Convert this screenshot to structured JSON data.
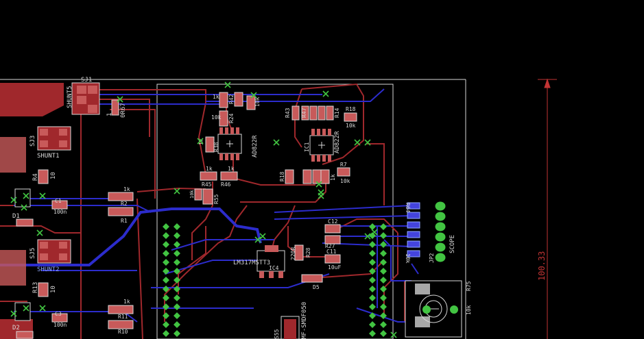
{
  "canvas": {
    "background": "#000000",
    "colors": {
      "top_copper": "#a0282c",
      "bottom_copper": "#2c2ccc",
      "pad": "#c85a5a",
      "via": "#42c442",
      "dimension": "#c23434",
      "outline": "#d8d8d8",
      "label": "#d8d8d8",
      "label_blue": "#8fa8ff"
    }
  },
  "dimension": {
    "value": "100.33"
  },
  "labels": {
    "sj1": "SJ1",
    "shunt5": "SHUNT5",
    "r67": "0R67",
    "one": "1",
    "sj3": "SJ3",
    "shunt1": "SHUNT1",
    "sj5": "SJ5",
    "shunt2": "SHUNT2",
    "r4": "R4",
    "r4v": "10",
    "r13": "R13",
    "r13v": "10",
    "c1": "C1",
    "c1v": "100n",
    "c3": "C3",
    "c3v": "100n",
    "d1": "D1",
    "d2": "D2",
    "r1": "R1",
    "r1k": "1k",
    "r2": "R2",
    "r10": "R10",
    "r11": "R11",
    "r11k": "1k",
    "k1a": "1k",
    "r24": "R24",
    "k10a": "10k",
    "r42": "R42",
    "k10b": "10k",
    "r38": "R38",
    "k1b": "1k",
    "ad822_1": "AD822R",
    "ad822_2": "AD822R",
    "ic1": "IC1",
    "r43": "R43",
    "r47": "R47",
    "r14": "R14",
    "r18": "R18",
    "k10c": "10k",
    "r7": "R7",
    "k10d": "10k",
    "r18b": "R18",
    "k1c": "1k",
    "r45": "R45",
    "r46": "R46",
    "k1d": "1k",
    "k1e": "1k",
    "r55": "R55",
    "k10e": "10k",
    "lm317": "LM317MSTT3",
    "ic4": "IC4",
    "r220": "220R",
    "r28": "R28",
    "r27": "R27",
    "c12": "C12",
    "c11": "C11",
    "c11v": "10uF",
    "d5": "D5",
    "r64": "R64",
    "jp2": "JP2",
    "scope": "SCOPE",
    "k10f": "10k",
    "r75": "R75",
    "k10g": "10k",
    "mf": "MF-SMDF050",
    "s55": "S55"
  }
}
